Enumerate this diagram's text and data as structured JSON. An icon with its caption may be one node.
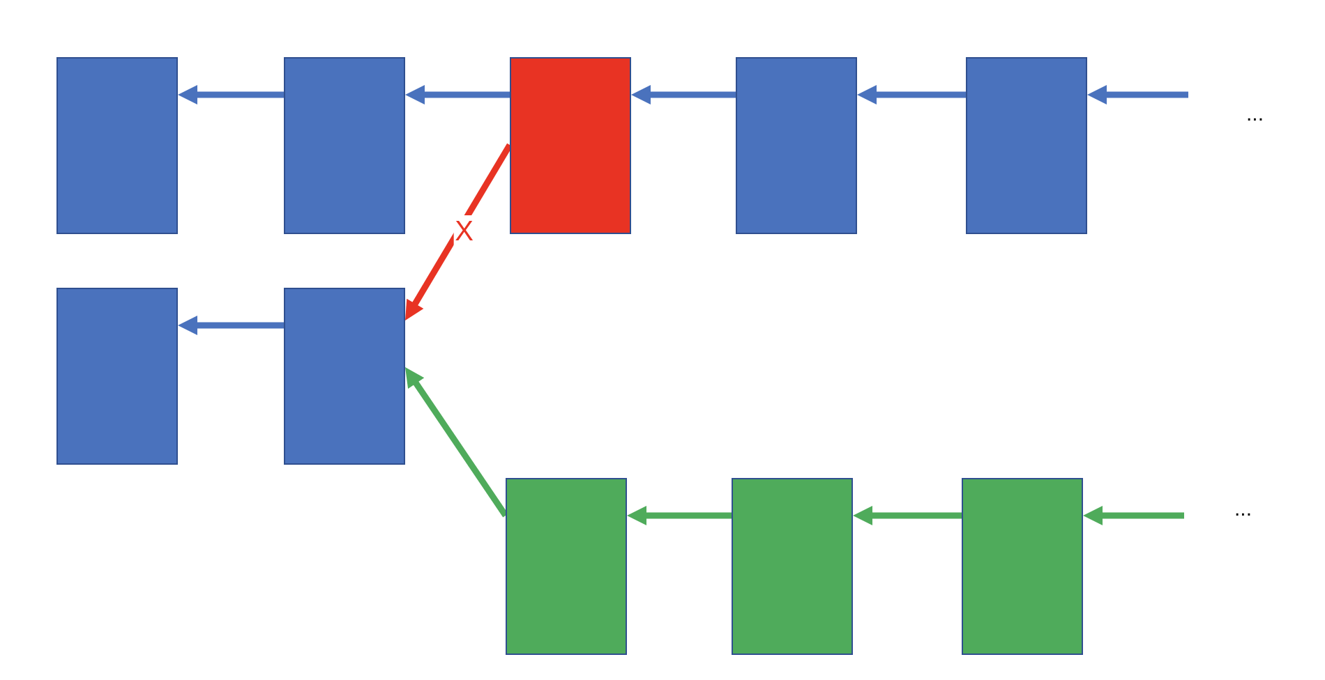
{
  "diagram": {
    "nodes": [
      {
        "text": [],
        "shape": "box"
      },
      {
        "text": [],
        "shape": "box"
      },
      {
        "text": [],
        "shape": "box"
      },
      {
        "text": [],
        "shape": "box"
      },
      {
        "text": [],
        "shape": "box"
      },
      {
        "text": [],
        "shape": "box"
      },
      {
        "text": [],
        "shape": "box"
      },
      {
        "text": [],
        "shape": "box"
      },
      {
        "text": [],
        "shape": "box"
      },
      {
        "text": [],
        "shape": "box"
      }
    ],
    "edges": [
      {
        "from": 1,
        "to": 0,
        "arrow": "to"
      },
      {
        "from": 2,
        "to": 1,
        "arrow": "to"
      },
      {
        "from": 3,
        "to": 2,
        "arrow": "to"
      },
      {
        "from": 4,
        "to": 3,
        "arrow": "to"
      },
      {
        "from": null,
        "to": 4,
        "arrow": "to"
      },
      {
        "from": 6,
        "to": 5,
        "arrow": "to"
      },
      {
        "from": 2,
        "to": 6,
        "arrow": "to",
        "label": "X",
        "color": "#e83323"
      },
      {
        "from": 7,
        "to": 6,
        "arrow": "to",
        "color": "#4fab5b"
      },
      {
        "from": 8,
        "to": 7,
        "arrow": "to",
        "color": "#4fab5b"
      },
      {
        "from": 9,
        "to": 8,
        "arrow": "to",
        "color": "#4fab5b"
      },
      {
        "from": null,
        "to": 9,
        "arrow": "to",
        "color": "#4fab5b"
      }
    ],
    "labels": [
      "...",
      "..."
    ]
  }
}
